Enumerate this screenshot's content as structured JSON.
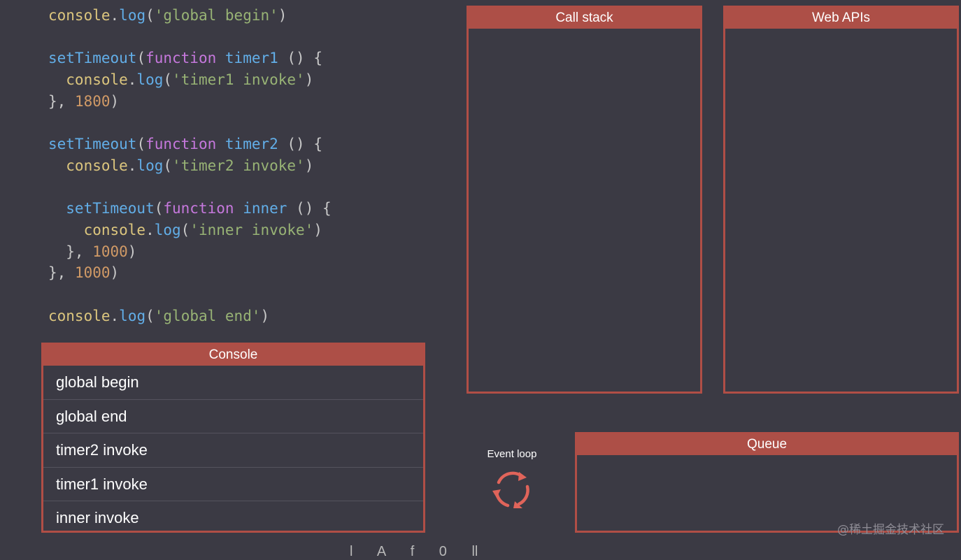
{
  "code": {
    "lines": [
      [
        {
          "t": "console",
          "c": "obj"
        },
        {
          "t": ".",
          "c": "pun"
        },
        {
          "t": "log",
          "c": "fn"
        },
        {
          "t": "(",
          "c": "pun"
        },
        {
          "t": "'global begin'",
          "c": "str"
        },
        {
          "t": ")",
          "c": "pun"
        }
      ],
      [],
      [
        {
          "t": "setTimeout",
          "c": "fn"
        },
        {
          "t": "(",
          "c": "pun"
        },
        {
          "t": "function",
          "c": "kw"
        },
        {
          "t": " ",
          "c": "pun"
        },
        {
          "t": "timer1",
          "c": "name"
        },
        {
          "t": " () {",
          "c": "pun"
        }
      ],
      [
        {
          "t": "  console",
          "c": "obj"
        },
        {
          "t": ".",
          "c": "pun"
        },
        {
          "t": "log",
          "c": "fn"
        },
        {
          "t": "(",
          "c": "pun"
        },
        {
          "t": "'timer1 invoke'",
          "c": "str"
        },
        {
          "t": ")",
          "c": "pun"
        }
      ],
      [
        {
          "t": "}, ",
          "c": "pun"
        },
        {
          "t": "1800",
          "c": "num"
        },
        {
          "t": ")",
          "c": "pun"
        }
      ],
      [],
      [
        {
          "t": "setTimeout",
          "c": "fn"
        },
        {
          "t": "(",
          "c": "pun"
        },
        {
          "t": "function",
          "c": "kw"
        },
        {
          "t": " ",
          "c": "pun"
        },
        {
          "t": "timer2",
          "c": "name"
        },
        {
          "t": " () {",
          "c": "pun"
        }
      ],
      [
        {
          "t": "  console",
          "c": "obj"
        },
        {
          "t": ".",
          "c": "pun"
        },
        {
          "t": "log",
          "c": "fn"
        },
        {
          "t": "(",
          "c": "pun"
        },
        {
          "t": "'timer2 invoke'",
          "c": "str"
        },
        {
          "t": ")",
          "c": "pun"
        }
      ],
      [],
      [
        {
          "t": "  setTimeout",
          "c": "fn"
        },
        {
          "t": "(",
          "c": "pun"
        },
        {
          "t": "function",
          "c": "kw"
        },
        {
          "t": " ",
          "c": "pun"
        },
        {
          "t": "inner",
          "c": "name"
        },
        {
          "t": " () {",
          "c": "pun"
        }
      ],
      [
        {
          "t": "    console",
          "c": "obj"
        },
        {
          "t": ".",
          "c": "pun"
        },
        {
          "t": "log",
          "c": "fn"
        },
        {
          "t": "(",
          "c": "pun"
        },
        {
          "t": "'inner invoke'",
          "c": "str"
        },
        {
          "t": ")",
          "c": "pun"
        }
      ],
      [
        {
          "t": "  }, ",
          "c": "pun"
        },
        {
          "t": "1000",
          "c": "num"
        },
        {
          "t": ")",
          "c": "pun"
        }
      ],
      [
        {
          "t": "}, ",
          "c": "pun"
        },
        {
          "t": "1000",
          "c": "num"
        },
        {
          "t": ")",
          "c": "pun"
        }
      ],
      [],
      [
        {
          "t": "console",
          "c": "obj"
        },
        {
          "t": ".",
          "c": "pun"
        },
        {
          "t": "log",
          "c": "fn"
        },
        {
          "t": "(",
          "c": "pun"
        },
        {
          "t": "'global end'",
          "c": "str"
        },
        {
          "t": ")",
          "c": "pun"
        }
      ]
    ]
  },
  "panels": {
    "call_stack": {
      "title": "Call stack"
    },
    "web_apis": {
      "title": "Web APIs"
    },
    "queue": {
      "title": "Queue"
    },
    "console": {
      "title": "Console",
      "items": [
        "global begin",
        "global end",
        "timer2 invoke",
        "timer1 invoke",
        "inner invoke"
      ]
    }
  },
  "event_loop": {
    "label": "Event loop",
    "icon": "cycle-arrows-icon"
  },
  "watermark": "@稀土掘金技术社区",
  "bottom_strip": "l A f 0 ll",
  "colors": {
    "background": "#3b3a44",
    "panel_border": "#b04e46",
    "panel_header": "#ad4f47",
    "event_loop_arrows": "#e0645a"
  }
}
